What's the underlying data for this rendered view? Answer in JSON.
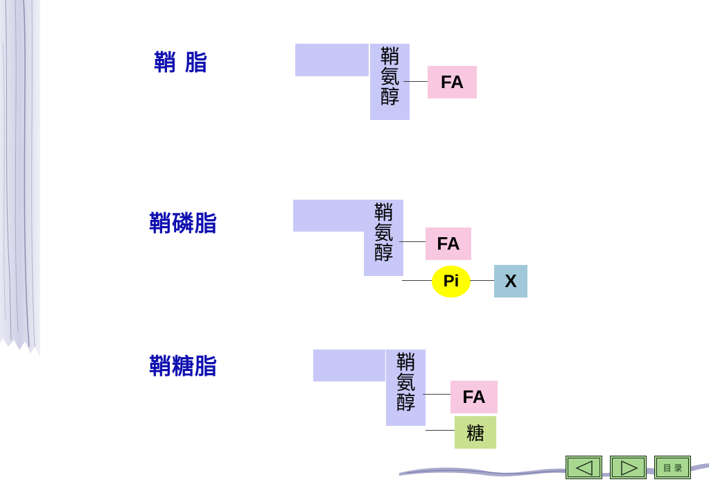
{
  "rows": [
    {
      "title": "鞘 脂",
      "backbone": [
        "鞘",
        "氨",
        "醇"
      ],
      "fa": "FA"
    },
    {
      "title": "鞘磷脂",
      "backbone": [
        "鞘",
        "氨",
        "醇"
      ],
      "fa": "FA",
      "pi": "Pi",
      "x": "X"
    },
    {
      "title": "鞘糖脂",
      "backbone": [
        "鞘",
        "氨",
        "醇"
      ],
      "fa": "FA",
      "sugar": "糖"
    }
  ],
  "nav": {
    "prev_icon": "triangle-left-icon",
    "next_icon": "triangle-right-icon",
    "toc_label": "目 录"
  },
  "colors": {
    "title": "#1010b0",
    "backbone": "#c8c8f8",
    "fa": "#f8c8e0",
    "pi": "#ffff00",
    "x": "#a0c8d8",
    "sugar": "#c8e090",
    "nav": "#a8d890"
  }
}
